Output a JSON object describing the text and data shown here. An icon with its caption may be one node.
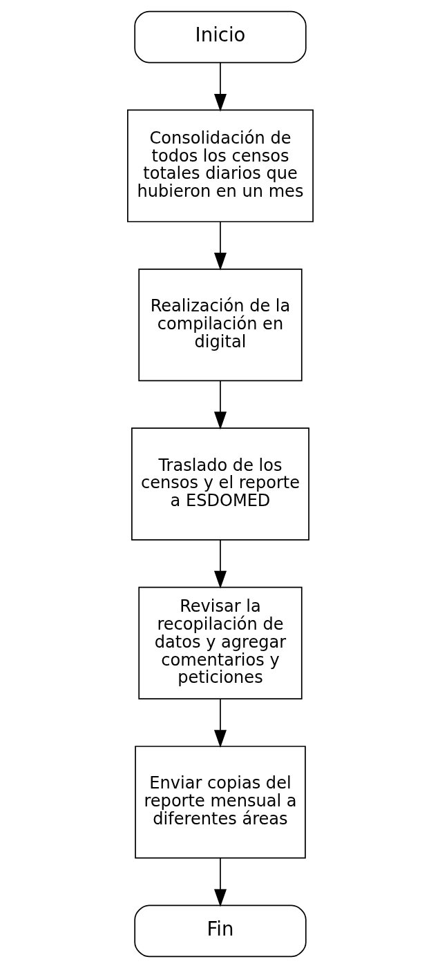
{
  "diagram": {
    "nodes": [
      {
        "text": [
          "Inicio"
        ]
      },
      {
        "text": [
          "Consolidación de todos los censos totales diarios que hubieron en un mes"
        ]
      },
      {
        "text": [
          "Realización de la compilación en digital"
        ]
      },
      {
        "text": [
          "Traslado de los censos y el reporte a ESDOMED"
        ]
      },
      {
        "text": [
          "Revisar la recopilación de datos y agregar comentarios y peticiones"
        ]
      },
      {
        "text": [
          "Enviar copias del reporte mensual a diferentes áreas"
        ]
      },
      {
        "text": [
          "Fin"
        ]
      }
    ],
    "edges": [
      {
        "from": 0,
        "to": 1,
        "arrow": "to"
      },
      {
        "from": 1,
        "to": 2,
        "arrow": "to"
      },
      {
        "from": 2,
        "to": 3,
        "arrow": "to"
      },
      {
        "from": 3,
        "to": 4,
        "arrow": "to"
      },
      {
        "from": 4,
        "to": 5,
        "arrow": "to"
      },
      {
        "from": 5,
        "to": 6,
        "arrow": "to"
      }
    ]
  }
}
